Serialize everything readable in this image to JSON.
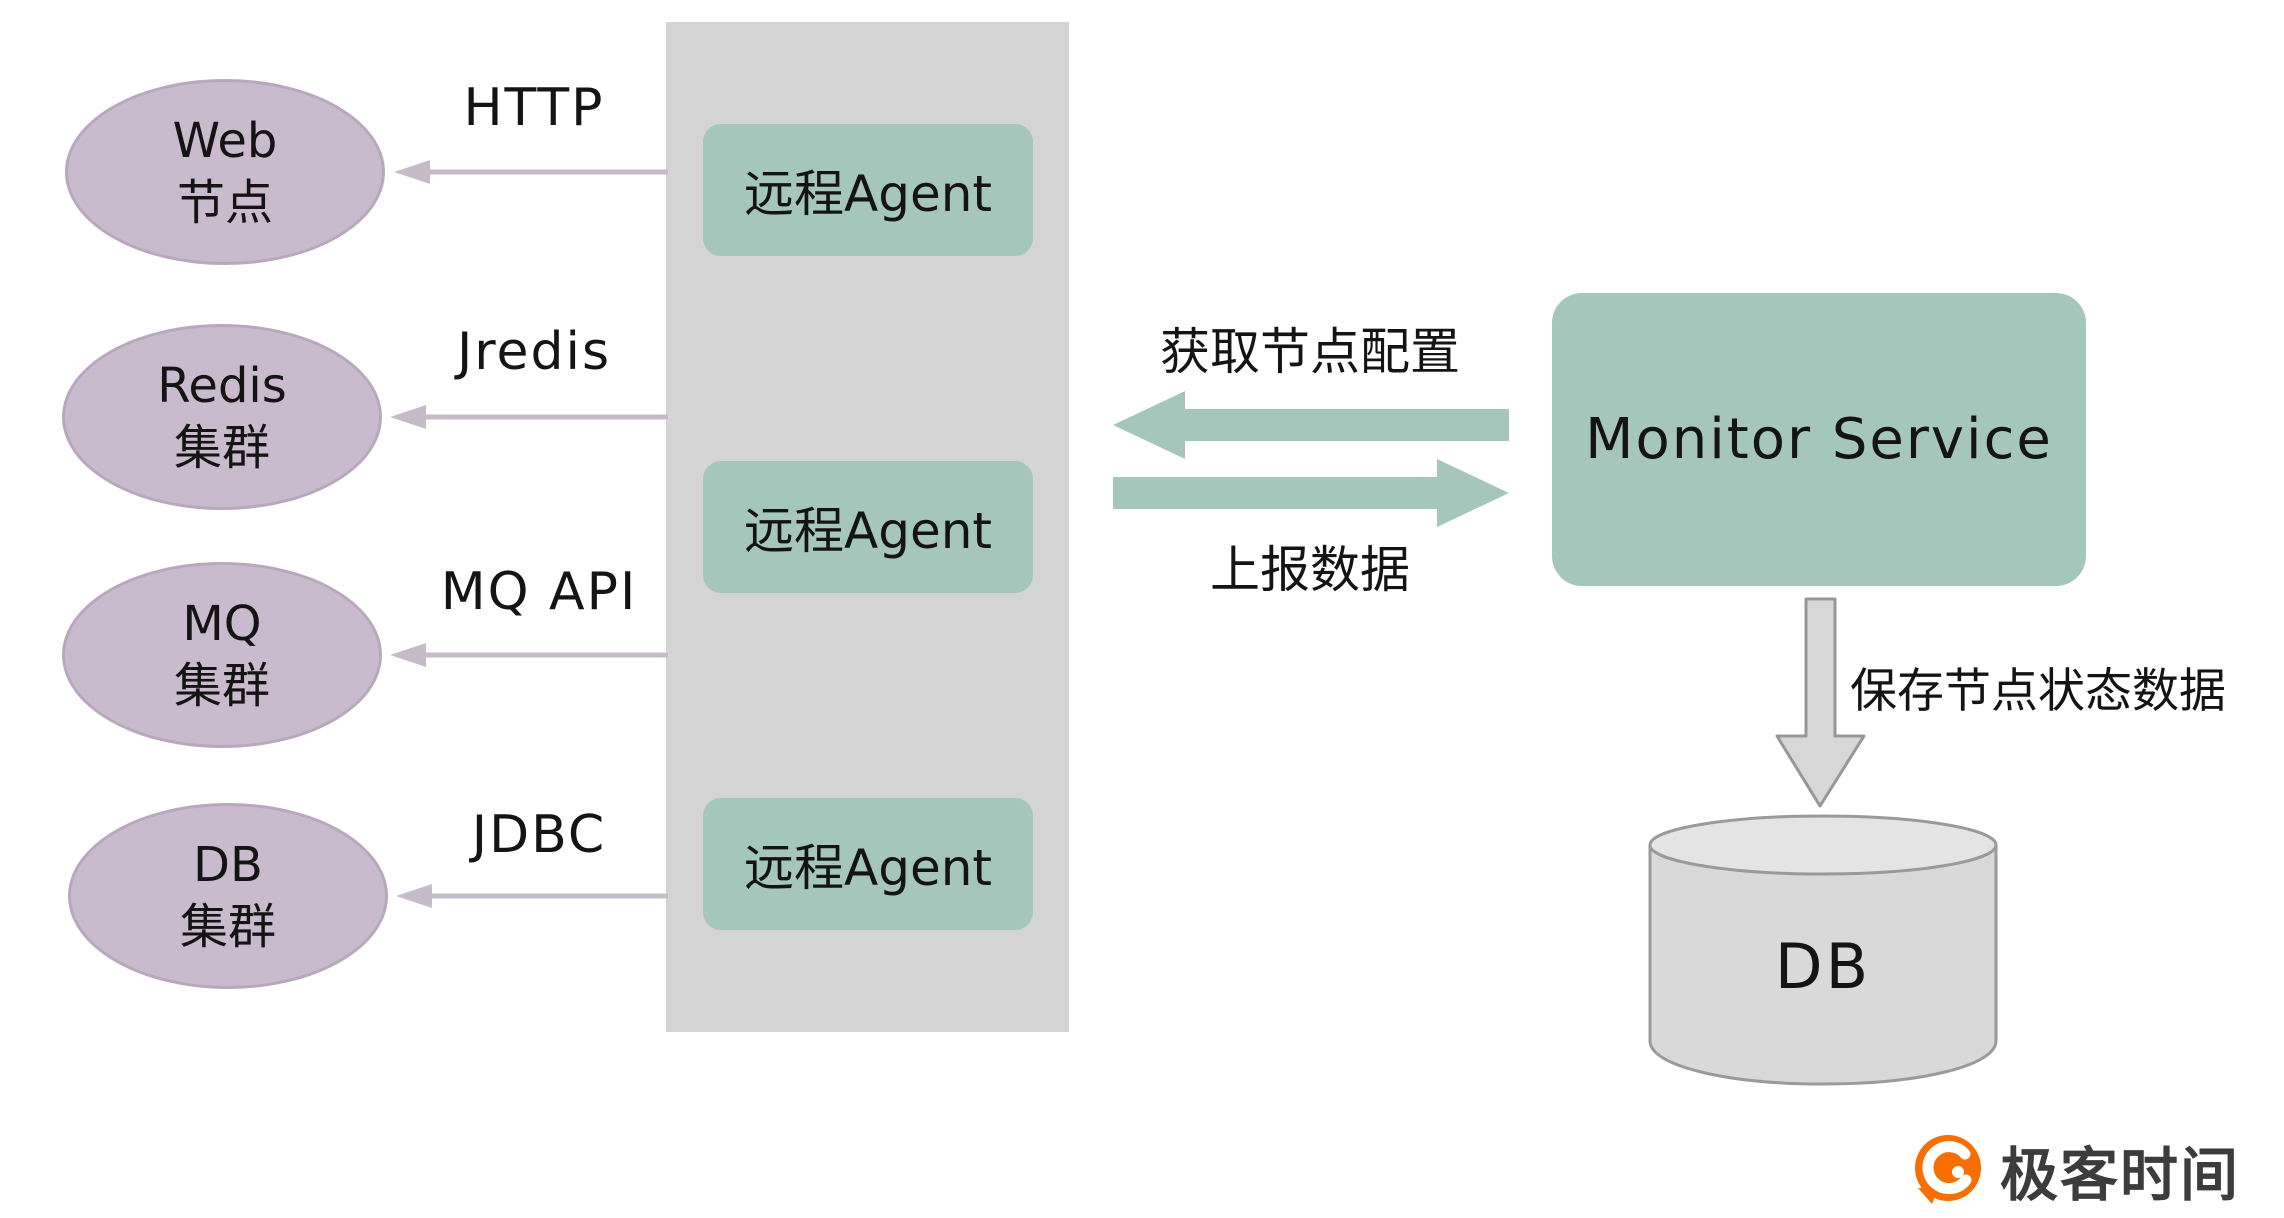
{
  "diagram": {
    "nodes": [
      {
        "name": "Web",
        "type": "节点",
        "protocol": "HTTP"
      },
      {
        "name": "Redis",
        "type": "集群",
        "protocol": "Jredis"
      },
      {
        "name": "MQ",
        "type": "集群",
        "protocol": "MQ API"
      },
      {
        "name": "DB",
        "type": "集群",
        "protocol": "JDBC"
      }
    ],
    "agents": [
      {
        "label": "远程Agent"
      },
      {
        "label": "远程Agent"
      },
      {
        "label": "远程Agent"
      }
    ],
    "monitor_service": {
      "label": "Monitor Service"
    },
    "flows": {
      "fetch_config_label": "获取节点配置",
      "report_data_label": "上报数据",
      "save_state_label": "保存节点状态数据"
    },
    "database": {
      "label": "DB"
    },
    "branding": {
      "logo_text": "极客时间"
    },
    "colors": {
      "node_fill": "#c9bacd",
      "node_border": "#b9a8bd",
      "panel_fill": "#d4d4d4",
      "agent_fill": "#a4c6bb",
      "teal_arrow": "#a4c6bb",
      "thin_arrow": "#c6bcc9",
      "db_fill": "#d9d9d9",
      "db_top_fill": "#e4e4e4",
      "db_stroke": "#9a9a9a",
      "logo_orange": "#f86e00",
      "text": "#141414"
    }
  }
}
